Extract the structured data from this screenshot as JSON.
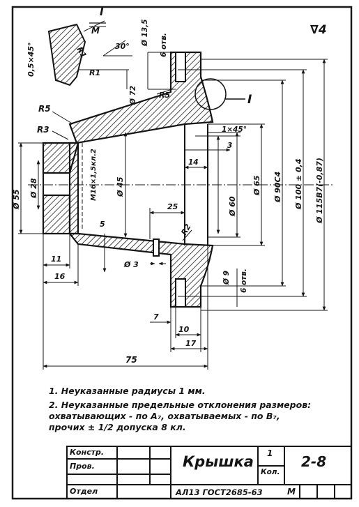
{
  "surface_mark": "∇4",
  "detail_label": "I",
  "detail_scale": "M",
  "dimensions": {
    "d_chamfer": "0,5×45°",
    "d_r1a": "R1",
    "d_r1b": "R1",
    "d_angle": "30°",
    "d_135": "Ø 13,5",
    "d_6otv_top": "6 отв.",
    "d_72": "Ø 72",
    "d_r5a": "R5",
    "d_r5b": "R5",
    "d_r3": "R3",
    "d_1x45": "1×45°",
    "d_3": "3",
    "d_14": "14",
    "d_m16": "M16×1,5кл.2",
    "d_45": "Ø 45",
    "d_28": "Ø 28",
    "d_55": "Ø 55",
    "d_65": "Ø 65",
    "d_60": "Ø 60",
    "d_90": "Ø 90С4",
    "d_100": "Ø 100 ± 0,4",
    "d_115": "Ø 115В7(-0,87)",
    "d_25": "25",
    "d_r2": "R2",
    "d_5": "5",
    "d_11": "11",
    "d_16": "16",
    "d_o3": "Ø 3",
    "d_9": "Ø 9",
    "d_6otv_bot": "6 отв.",
    "d_7": "7",
    "d_10": "10",
    "d_17": "17",
    "d_75": "75",
    "detail_leader": "I"
  },
  "notes": [
    "1.  Неуказанные радиусы 1 мм.",
    "2.  Неуказанные предельные отклонения размеров:",
    "     охватывающих - по А₇, охватываемых - по В₇,",
    "     прочих ± 1/2 допуска 8 кл."
  ],
  "title_block": {
    "konstr": "Констр.",
    "prov": "Пров.",
    "otdel": "Отдел",
    "name": "Крышка",
    "qty_value": "1",
    "qty_label": "Кол.",
    "number": "2-8",
    "material": "АЛ13 ГОСТ2685-63",
    "scale": "М"
  }
}
